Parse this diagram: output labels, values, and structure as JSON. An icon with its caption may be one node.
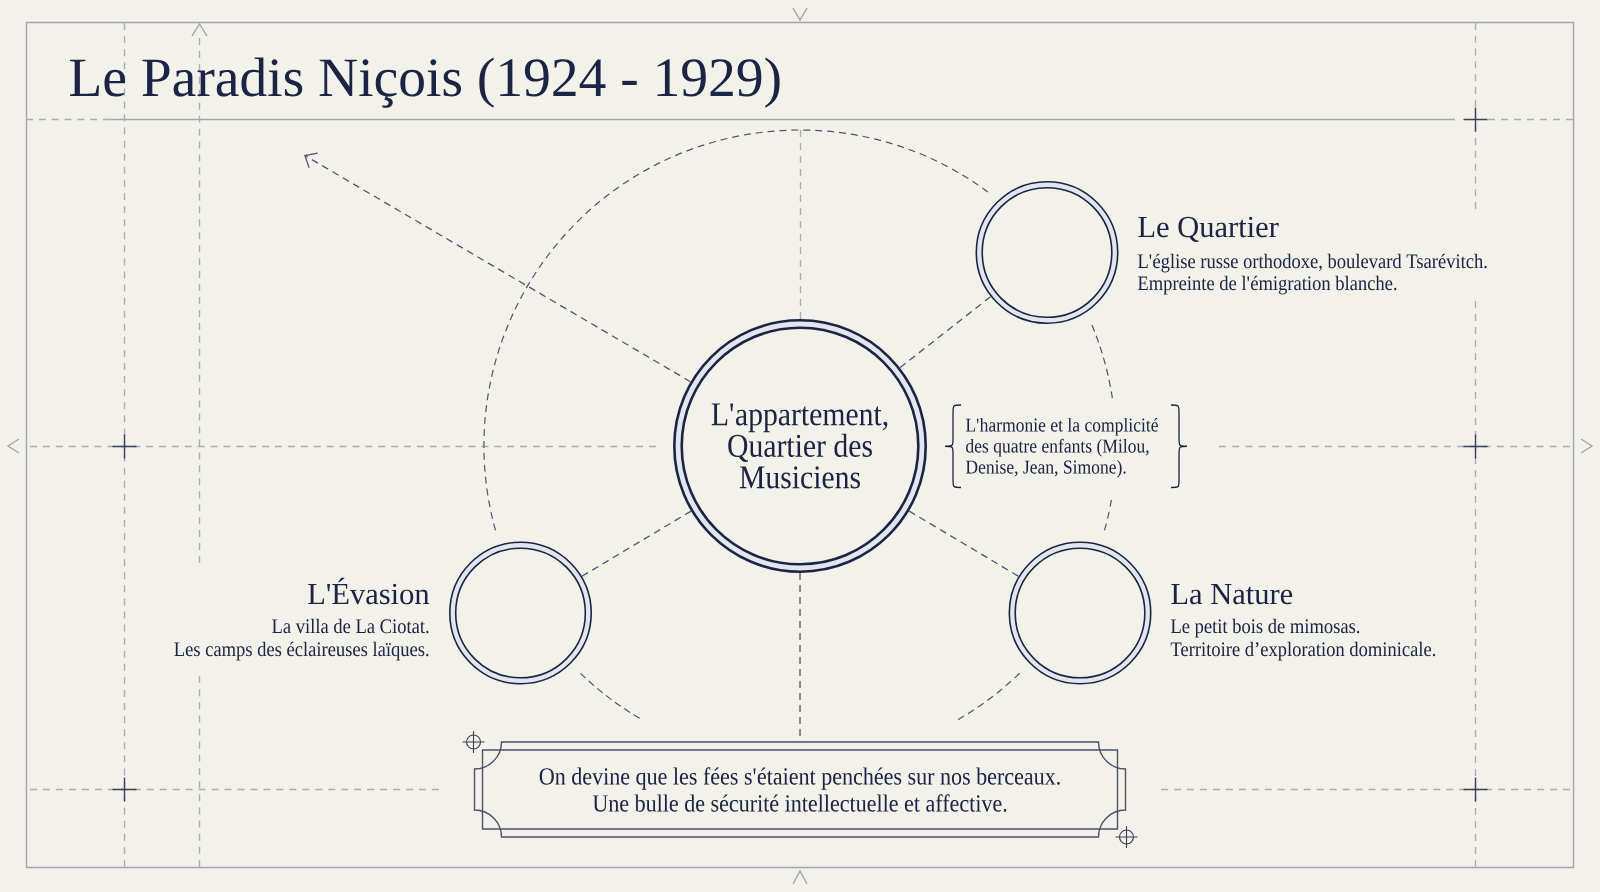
{
  "diagram": {
    "title": "Le Paradis Niçois (1924 - 1929)",
    "nodes": [
      {
        "text": [],
        "shape": "circle",
        "beside": [
          "Le Quartier",
          "L'église russe orthodoxe, boulevard Tsarévitch.",
          "Empreinte de l'émigration blanche."
        ]
      },
      {
        "text": [
          "L'appartement, Quartier des Musiciens"
        ],
        "beside": [
          "L'harmonie et la complicité des quatre enfants (Milou, Denise, Jean, Simone)."
        ]
      },
      {
        "text": [],
        "shape": "circle",
        "beside": [
          "L'Évasion",
          "La villa de La Ciotat.",
          "Les camps des éclaireuses laïques."
        ]
      },
      {
        "text": [],
        "shape": "circle",
        "beside": [
          "La Nature",
          "Le petit bois de mimosas.",
          "Territoire d’exploration dominicale."
        ]
      },
      {
        "text": [
          "On devine que les fées s'étaient penchées sur nos berceaux. Une bulle de sécurité intellectuelle et affective."
        ]
      }
    ],
    "edges": [
      {
        "from": 1,
        "to": 0,
        "arrow": "none",
        "style": "dashed"
      },
      {
        "from": 1,
        "to": 2,
        "arrow": "none",
        "style": "dashed"
      },
      {
        "from": 1,
        "to": 3,
        "arrow": "none",
        "style": "dashed"
      },
      {
        "from": 1,
        "to": 4,
        "arrow": "none",
        "style": "dashed"
      },
      {
        "from": 1,
        "to": null,
        "arrow": "to",
        "style": "dashed"
      }
    ]
  }
}
